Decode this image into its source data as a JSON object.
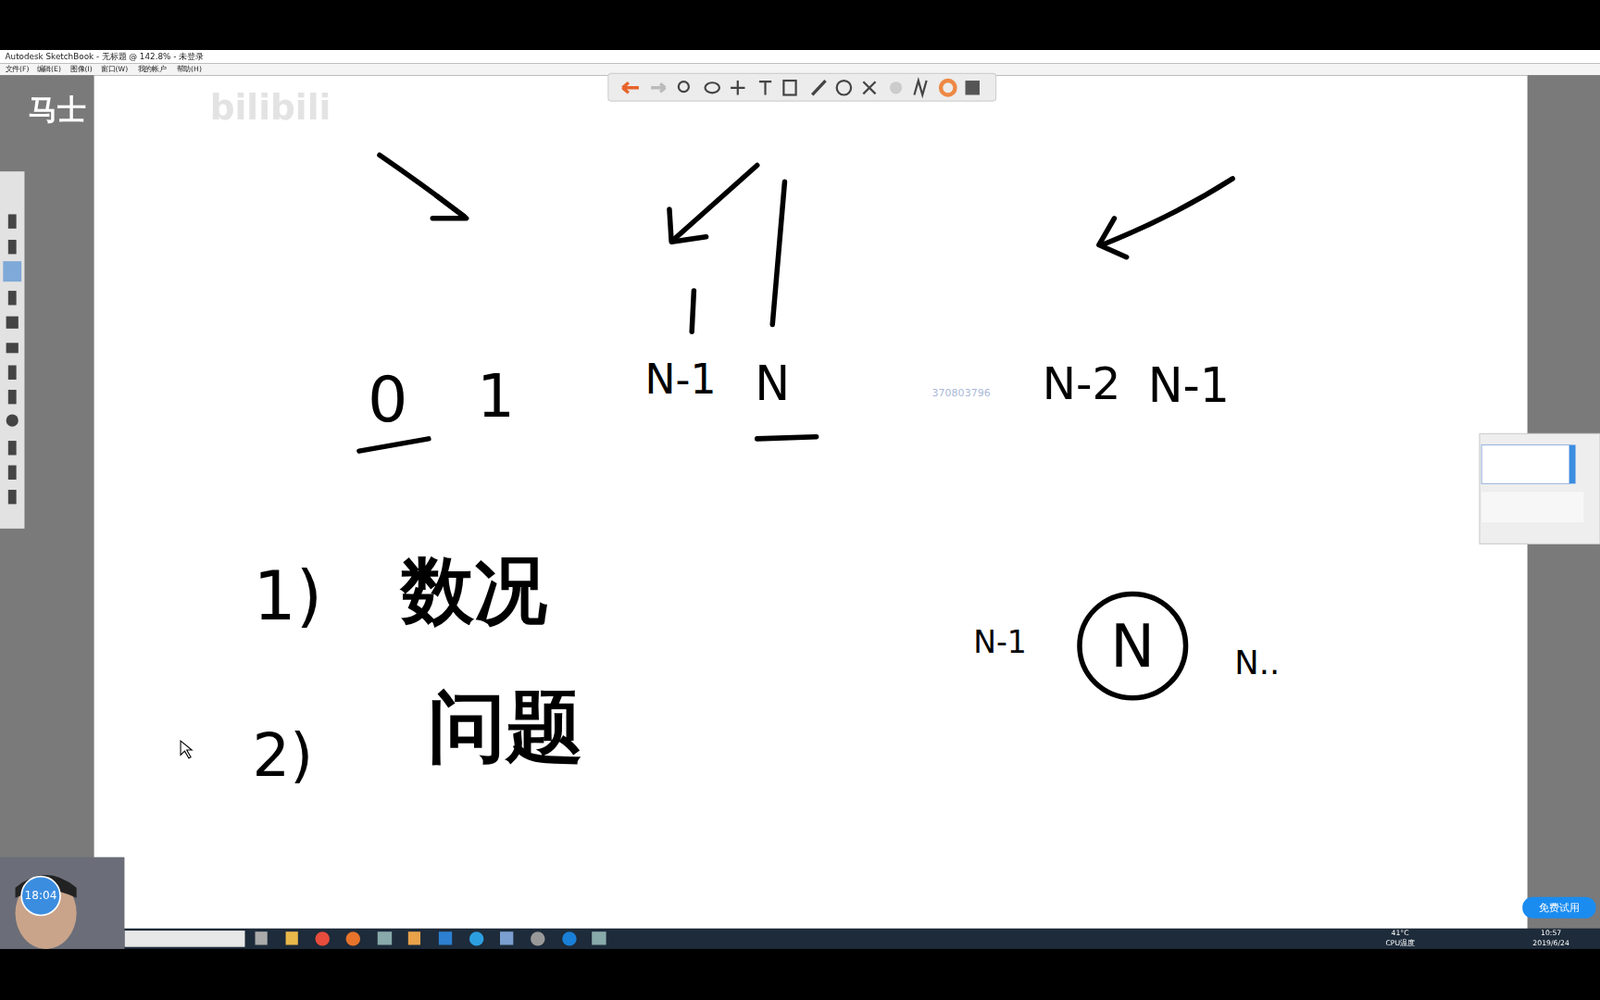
{
  "diagram": {
    "nodes": [
      {
        "text": [
          "N"
        ]
      }
    ],
    "labels": [
      "Autodesk SketchBook - 无标题 @ 142.8% - 未登录",
      "文件(F)",
      "编辑(E)",
      "图像(I)",
      "窗口(W)",
      "我的帐户",
      "帮助(H)",
      "马士",
      "bilibili",
      "0",
      "1",
      "N-1",
      "N",
      "370803796",
      "N-2",
      "N-1",
      "1)",
      "数况",
      "2)",
      "问题",
      "N-1",
      "N..",
      "18:04",
      "免费试用",
      "41°C",
      "CPU温度",
      "10:57",
      "2019/6/24"
    ]
  }
}
